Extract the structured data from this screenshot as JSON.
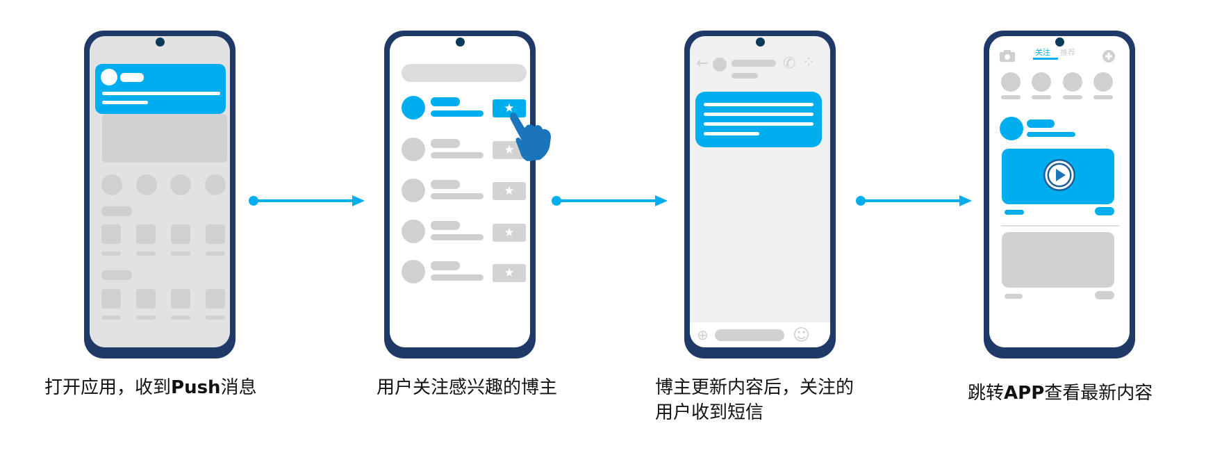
{
  "steps": [
    {
      "caption_prefix": "打开应用，收到",
      "caption_bold": "Push",
      "caption_suffix": "消息"
    },
    {
      "caption": "用户关注感兴趣的博主"
    },
    {
      "caption_line1": "博主更新内容后，关注的",
      "caption_line2": "用户收到短信"
    },
    {
      "caption_prefix": "跳转",
      "caption_bold": "APP",
      "caption_suffix": "查看最新内容"
    }
  ],
  "step4_tabs": {
    "active": "关注",
    "inactive": "推荐"
  },
  "icons": {
    "star": "★",
    "back": "←",
    "phone": "✆",
    "menu_dots": "⁘",
    "add": "⊕",
    "emoji": "☺",
    "camera": "camera-icon",
    "play": "play-icon",
    "hand": "pointing-hand-icon"
  },
  "colors": {
    "accent": "#00aeef",
    "phone_frame": "#1f3a66",
    "placeholder": "#d0d0d0",
    "screen_gray": "#e2e2e2",
    "hand": "#1b75bb"
  }
}
